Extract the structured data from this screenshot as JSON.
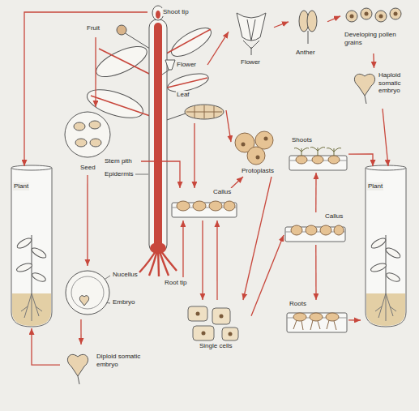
{
  "diagram": {
    "nodes": [
      {
        "text": [
          "Shoot tip"
        ]
      },
      {
        "text": [
          "Fruit"
        ]
      },
      {
        "text": [
          "Flower"
        ]
      },
      {
        "text": [
          "Flower"
        ]
      },
      {
        "text": [
          "Anther"
        ]
      },
      {
        "text": [
          "Developing pollen grains"
        ]
      },
      {
        "text": [
          "Haploid somatic embryo"
        ]
      },
      {
        "text": [
          "Leaf"
        ]
      },
      {
        "text": [
          "Seed"
        ]
      },
      {
        "text": [
          "Protoplasts"
        ]
      },
      {
        "text": [
          "Shoots"
        ]
      },
      {
        "text": [
          "Stem pith"
        ]
      },
      {
        "text": [
          "Plant"
        ]
      },
      {
        "text": [
          "Callus"
        ]
      },
      {
        "text": [
          "Plant"
        ]
      },
      {
        "text": [
          "Callus"
        ]
      },
      {
        "text": [
          "Nucellus",
          "Embryo"
        ]
      },
      {
        "text": [
          "Root tip"
        ]
      },
      {
        "text": [
          "Single cells"
        ]
      },
      {
        "text": [
          "Roots"
        ]
      },
      {
        "text": [
          "Diploid somatic embryo"
        ]
      }
    ],
    "edges": [
      {
        "from": 0,
        "to": 12,
        "arrow": "to"
      },
      {
        "from": 1,
        "to": 8,
        "arrow": "to"
      },
      {
        "from": 2,
        "to": 3,
        "arrow": "to"
      },
      {
        "from": 3,
        "to": 4,
        "arrow": "to"
      },
      {
        "from": 4,
        "to": 5,
        "arrow": "to"
      },
      {
        "from": 5,
        "to": 6,
        "arrow": "to"
      },
      {
        "from": 6,
        "to": 14,
        "arrow": "to"
      },
      {
        "from": 7,
        "to": 9,
        "arrow": "to"
      },
      {
        "from": 7,
        "to": 13,
        "arrow": "to"
      },
      {
        "from": 11,
        "to": 13,
        "arrow": "to"
      },
      {
        "from": 17,
        "to": 13,
        "arrow": "to"
      },
      {
        "from": 13,
        "to": 9,
        "arrow": "to"
      },
      {
        "from": 9,
        "to": 18,
        "arrow": "to"
      },
      {
        "from": 13,
        "to": 18,
        "arrow": "to"
      },
      {
        "from": 18,
        "to": 13,
        "arrow": "to"
      },
      {
        "from": 18,
        "to": 15,
        "arrow": "to"
      },
      {
        "from": 15,
        "to": 10,
        "arrow": "to"
      },
      {
        "from": 15,
        "to": 19,
        "arrow": "to"
      },
      {
        "from": 10,
        "to": 14,
        "arrow": "to"
      },
      {
        "from": 19,
        "to": 14,
        "arrow": "to"
      },
      {
        "from": 8,
        "to": 16,
        "arrow": "to"
      },
      {
        "from": 16,
        "to": 20,
        "arrow": "to"
      },
      {
        "from": 20,
        "to": 12,
        "arrow": "to"
      }
    ],
    "labels": [
      "Epidermis"
    ]
  }
}
